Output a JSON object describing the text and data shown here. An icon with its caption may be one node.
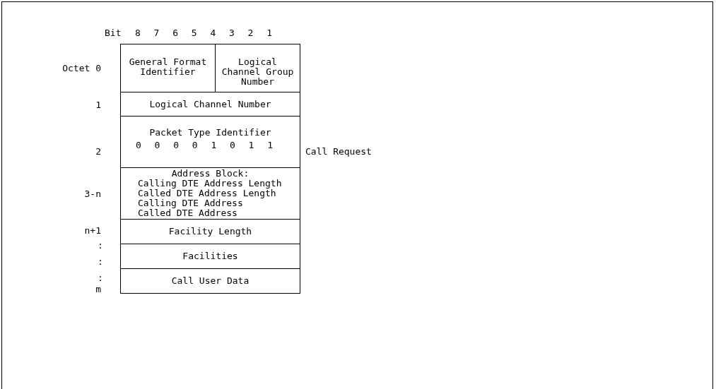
{
  "diagram": {
    "nodes": [
      {
        "text": [
          "General Format Identifier"
        ]
      },
      {
        "text": [
          "Logical Channel Group Number"
        ]
      },
      {
        "text": [
          "Logical Channel Number"
        ]
      },
      {
        "text": [
          "Packet Type Identifier",
          "0",
          "0",
          "0",
          "0",
          "1",
          "0",
          "1",
          "1"
        ]
      },
      {
        "text": [
          "Address Block:",
          "Calling DTE Address Length",
          "Called DTE Address Length",
          "Calling DTE Address",
          "Called DTE Address"
        ]
      },
      {
        "text": [
          "Facility Length"
        ]
      },
      {
        "text": [
          "Facilities"
        ]
      },
      {
        "text": [
          "Call User Data"
        ]
      }
    ],
    "labels": [
      "Bit",
      "8",
      "7",
      "6",
      "5",
      "4",
      "3",
      "2",
      "1",
      "Octet 0",
      "1",
      "2",
      "Call Request",
      "3-n",
      "n+1",
      ":",
      ":",
      ":",
      "m"
    ]
  }
}
